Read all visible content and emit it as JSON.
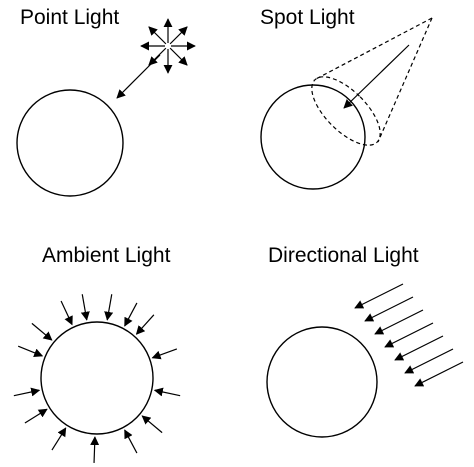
{
  "panels": [
    {
      "id": "point",
      "title": "Point Light"
    },
    {
      "id": "spot",
      "title": "Spot Light"
    },
    {
      "id": "ambient",
      "title": "Ambient Light"
    },
    {
      "id": "directional",
      "title": "Directional Light"
    }
  ],
  "colors": {
    "ink": "#000000",
    "background": "#ffffff"
  }
}
